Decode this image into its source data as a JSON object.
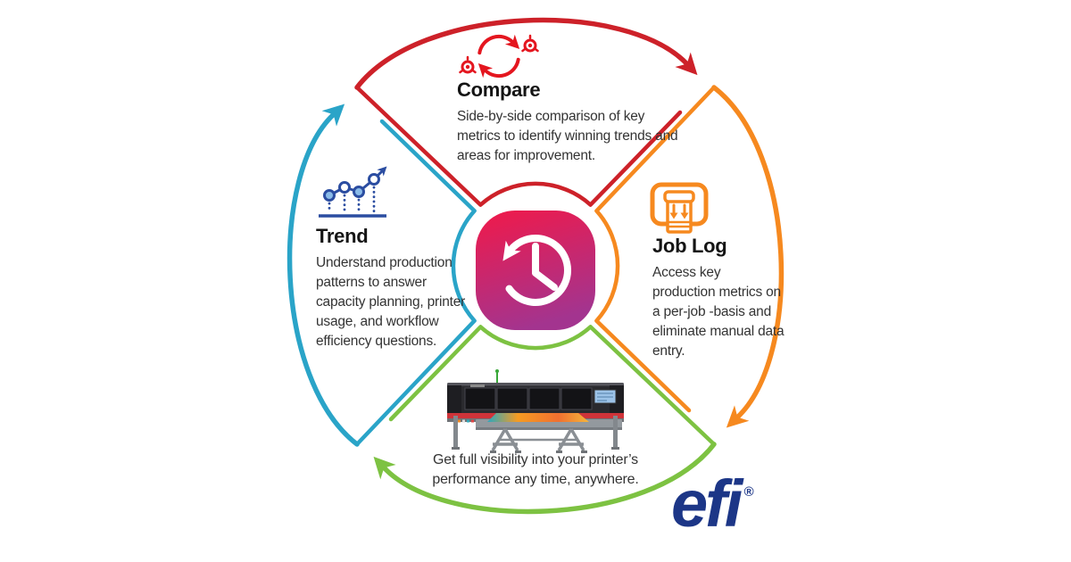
{
  "diagram": {
    "type": "cycle-infographic",
    "center_icon": "time-machine-clock-icon",
    "quadrants": [
      {
        "id": "compare",
        "position": "top",
        "color": "#cd2129"
      },
      {
        "id": "joblog",
        "position": "right",
        "color": "#f6891f"
      },
      {
        "id": "visibility",
        "position": "bottom",
        "color": "#7dc242"
      },
      {
        "id": "trend",
        "position": "left",
        "color": "#2aa4c8"
      }
    ]
  },
  "sections": {
    "compare": {
      "title": "Compare",
      "description": "Side-by-side comparison of key metrics to identify winning trends and areas for improvement.",
      "icon": "sync-arrows-icon",
      "color": "#cd2129"
    },
    "joblog": {
      "title": "Job Log",
      "description": "Access key production metrics on a per-job -basis and eliminate manual data entry.",
      "icon": "printer-log-icon",
      "color": "#f6891f"
    },
    "trend": {
      "title": "Trend",
      "description": "Understand production patterns to answer capacity planning, printer usage, and workflow efficiency questions.",
      "icon": "trend-chart-icon",
      "color": "#2aa4c8"
    },
    "visibility": {
      "caption_line1": "Get full visibility into your printer’s",
      "caption_line2": "performance any time, anywhere.",
      "icon": "wide-format-printer-photo",
      "color": "#7dc242"
    }
  },
  "center": {
    "icon": "time-machine-clock-icon",
    "gradient_top": "#ef1a4b",
    "gradient_bottom": "#a3348f"
  },
  "logo": {
    "text": "efi",
    "registered": "®",
    "color": "#1c3687"
  }
}
